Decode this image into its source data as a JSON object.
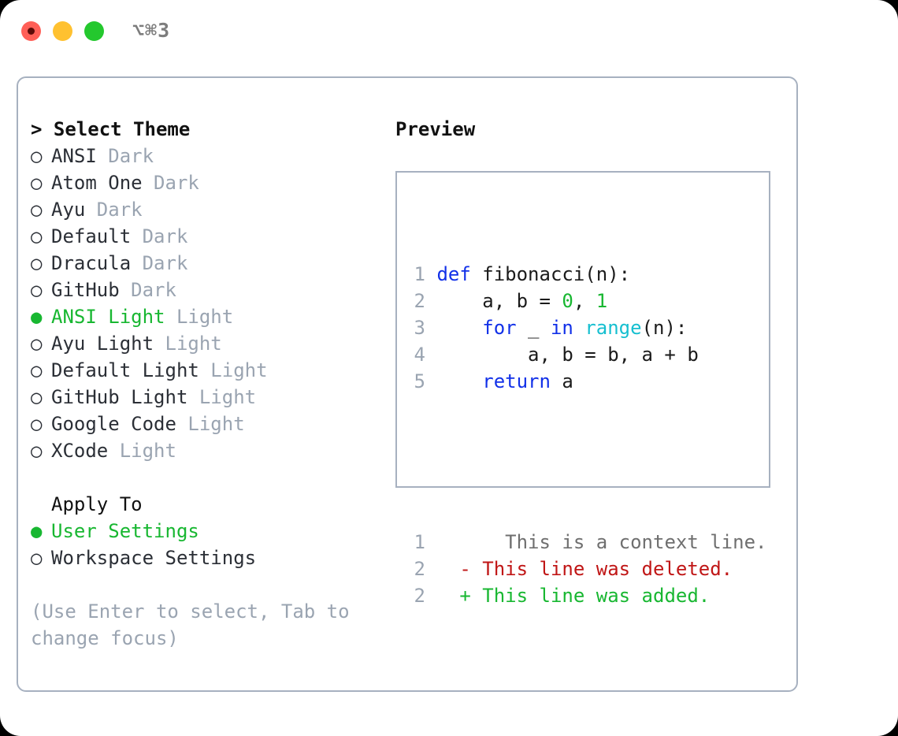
{
  "window": {
    "title": "⌥⌘3",
    "traffic_lights": [
      {
        "name": "close-button",
        "color": "#ff5f57"
      },
      {
        "name": "minimize-button",
        "color": "#ffc130"
      },
      {
        "name": "maximize-button",
        "color": "#24c82e"
      }
    ]
  },
  "left": {
    "header": "> Select Theme",
    "themes": [
      {
        "marker": "○",
        "name": "ANSI",
        "variant": "Dark",
        "selected": false
      },
      {
        "marker": "○",
        "name": "Atom One",
        "variant": "Dark",
        "selected": false
      },
      {
        "marker": "○",
        "name": "Ayu",
        "variant": "Dark",
        "selected": false
      },
      {
        "marker": "○",
        "name": "Default",
        "variant": "Dark",
        "selected": false
      },
      {
        "marker": "○",
        "name": "Dracula",
        "variant": "Dark",
        "selected": false
      },
      {
        "marker": "○",
        "name": "GitHub",
        "variant": "Dark",
        "selected": false
      },
      {
        "marker": "●",
        "name": "ANSI Light",
        "variant": "Light",
        "selected": true
      },
      {
        "marker": "○",
        "name": "Ayu Light",
        "variant": "Light",
        "selected": false
      },
      {
        "marker": "○",
        "name": "Default Light",
        "variant": "Light",
        "selected": false
      },
      {
        "marker": "○",
        "name": "GitHub Light",
        "variant": "Light",
        "selected": false
      },
      {
        "marker": "○",
        "name": "Google Code",
        "variant": "Light",
        "selected": false
      },
      {
        "marker": "○",
        "name": "XCode",
        "variant": "Light",
        "selected": false
      }
    ],
    "apply_to_header": "Apply To",
    "apply_to": [
      {
        "marker": "●",
        "name": "User Settings",
        "selected": true
      },
      {
        "marker": "○",
        "name": "Workspace Settings",
        "selected": false
      }
    ],
    "hint": "(Use Enter to select, Tab to change focus)"
  },
  "right": {
    "header": "Preview",
    "code_lines": [
      {
        "lno": "1",
        "tokens": [
          {
            "t": " ",
            "c": "txt"
          },
          {
            "t": "def",
            "c": "kw"
          },
          {
            "t": " fibonacci(n):",
            "c": "txt"
          }
        ]
      },
      {
        "lno": "2",
        "tokens": [
          {
            "t": "     a, b = ",
            "c": "txt"
          },
          {
            "t": "0",
            "c": "num"
          },
          {
            "t": ", ",
            "c": "txt"
          },
          {
            "t": "1",
            "c": "num"
          }
        ]
      },
      {
        "lno": "3",
        "tokens": [
          {
            "t": "     ",
            "c": "txt"
          },
          {
            "t": "for",
            "c": "kw"
          },
          {
            "t": " _ ",
            "c": "txt"
          },
          {
            "t": "in",
            "c": "kw"
          },
          {
            "t": " ",
            "c": "txt"
          },
          {
            "t": "range",
            "c": "bi"
          },
          {
            "t": "(n):",
            "c": "txt"
          }
        ]
      },
      {
        "lno": "4",
        "tokens": [
          {
            "t": "         a, b = b, a + b",
            "c": "txt"
          }
        ]
      },
      {
        "lno": "5",
        "tokens": [
          {
            "t": "     ",
            "c": "txt"
          },
          {
            "t": "return",
            "c": "kw"
          },
          {
            "t": " a",
            "c": "txt"
          }
        ]
      }
    ],
    "diff_lines": [
      {
        "lno": "1",
        "marker": " ",
        "text": "  This is a context line.",
        "kind": "ctx"
      },
      {
        "lno": "2",
        "marker": "-",
        "text": "This line was deleted.",
        "kind": "del"
      },
      {
        "lno": "2",
        "marker": "+",
        "text": "This line was added.",
        "kind": "add"
      }
    ]
  },
  "colors": {
    "accent_green": "#18b731",
    "keyword_blue": "#1130e8",
    "builtin_cyan": "#16bfd0",
    "diff_red": "#c01616",
    "muted_gray": "#9aa4b1",
    "border": "#a7b1c0"
  }
}
